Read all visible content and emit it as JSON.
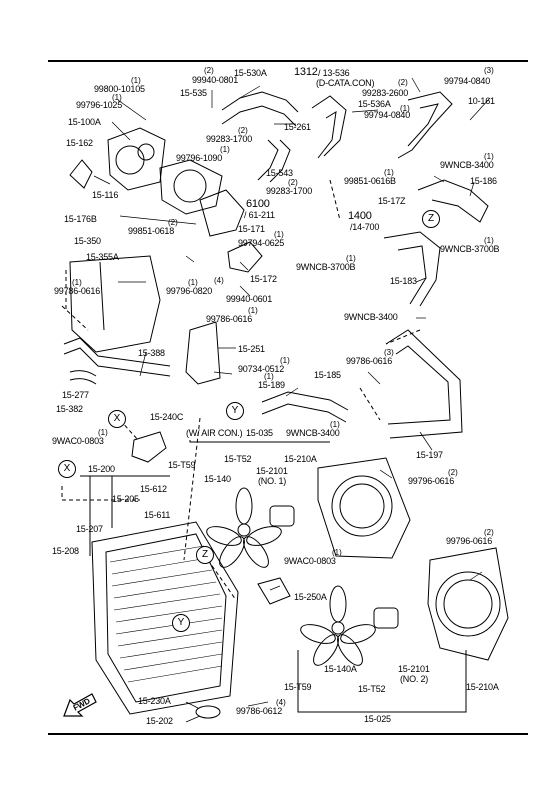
{
  "labels": {
    "p99800_10105": "99800-10105",
    "p99796_1025": "99796-1025",
    "p15_100A": "15-100A",
    "p15_162": "15-162",
    "p15_116": "15-116",
    "p15_176B": "15-176B",
    "p99940_0801": "99940-0801",
    "p15_535": "15-535",
    "p15_530A": "15-530A",
    "p1312": "1312",
    "p13_536": "/ 13-536",
    "p_dcata": "(D-CATA.CON)",
    "p99283_2600": "99283-2600",
    "p15_536A": "15-536A",
    "p99794_0840a": "99794-0840",
    "p99794_0840b": "99794-0840",
    "p10_161": "10-161",
    "p99283_1700a": "99283-1700",
    "p15_261": "15-261",
    "p99796_1090": "99796-1090",
    "p15_543": "15-543",
    "p99283_1700b": "99283-1700",
    "p99851_0616B": "99851-0616B",
    "p15_17Z": "15-17Z",
    "p9WNCB_3400a": "9WNCB-3400",
    "p15_186": "15-186",
    "p6100": "6100",
    "p61_211": "/ 61-211",
    "p1400": "1400",
    "p14_700": "/14-700",
    "p9WNCB_3700B_top": "9WNCB-3700B",
    "p99851_0618": "99851-0618",
    "p15_171": "15-171",
    "p99794_0625": "99794-0625",
    "p9WNCB_3700B": "9WNCB-3700B",
    "p15_183": "15-183",
    "p15_350": "15-350",
    "p15_355A": "15-355A",
    "p99786_0616a": "99786-0616",
    "p99796_0820": "99796-0820",
    "p15_172": "15-172",
    "p99940_0601": "99940-0601",
    "p9WNCB_3400b": "9WNCB-3400",
    "p99786_0616b": "99786-0616",
    "p15_251": "15-251",
    "p15_388": "15-388",
    "p15_277": "15-277",
    "p15_382": "15-382",
    "p90734_0512": "90734-0512",
    "p15_189": "15-189",
    "p15_185": "15-185",
    "p99786_0616c": "99786-0616",
    "p9WNCB_3400c": "9WNCB-3400",
    "p15_240C": "15-240C",
    "p9WAC0_0803a": "9WAC0-0803",
    "p_air": "(W/ AIR CON.)",
    "p15_035": "15-035",
    "p15_197": "15-197",
    "p15_T59a": "15-T59",
    "p15_T52a": "15-T52",
    "p15_2101a": "15-2101",
    "p_no1": "(NO. 1)",
    "p15_210Aa": "15-210A",
    "p99796_0616a": "99796-0616",
    "p15_200": "15-200",
    "p15_140": "15-140",
    "p15_205": "15-205",
    "p15_612": "15-612",
    "p15_611": "15-611",
    "p15_207": "15-207",
    "p15_208": "15-208",
    "p99796_0616b": "99796-0616",
    "p9WAC0_0803b": "9WAC0-0803",
    "p15_250A": "15-250A",
    "p15_140A": "15-140A",
    "p15_2101b": "15-2101",
    "p_no2": "(NO. 2)",
    "p15_T59b": "15-T59",
    "p15_T52b": "15-T52",
    "p15_210Ab": "15-210A",
    "p15_230A": "15-230A",
    "p15_202": "15-202",
    "p99786_0612": "99786-0612",
    "p15_025": "15-025"
  },
  "quantities": {
    "q1": "(1)",
    "q2": "(2)",
    "q3": "(3)",
    "q4": "(4)"
  },
  "callouts": {
    "x": "X",
    "y": "Y",
    "z": "Z"
  },
  "fwd": "FWD"
}
